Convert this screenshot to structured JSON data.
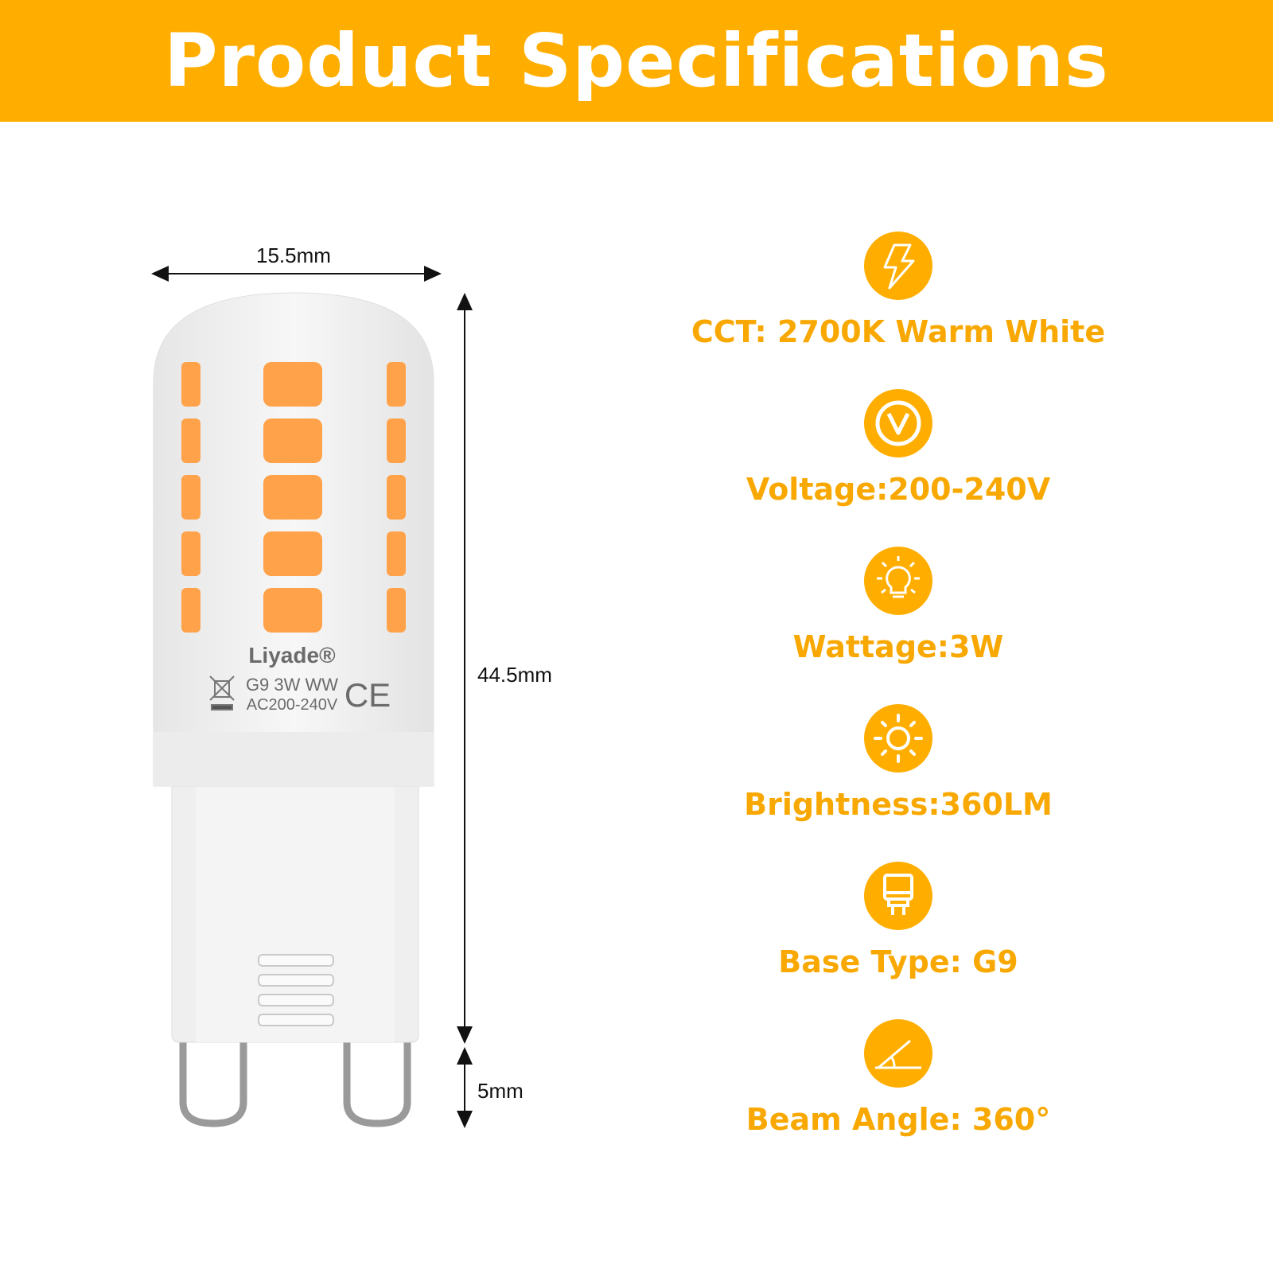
{
  "header": {
    "title": "Product Specifications"
  },
  "colors": {
    "accent": "#FFAE00",
    "text_accent": "#F8A800",
    "led": "#FFA24A"
  },
  "dimensions": {
    "width": "15.5mm",
    "height": "44.5mm",
    "pin_length": "5mm"
  },
  "bulb": {
    "brand": "Liyade®",
    "model": "G9 3W WW",
    "voltage": "AC200-240V",
    "mark": "CE"
  },
  "specs": [
    {
      "icon": "lightning-icon",
      "label": "CCT: 2700K Warm White"
    },
    {
      "icon": "voltage-icon",
      "label": "Voltage:200-240V"
    },
    {
      "icon": "bulb-icon",
      "label": "Wattage:3W"
    },
    {
      "icon": "sun-icon",
      "label": "Brightness:360LM"
    },
    {
      "icon": "base-icon",
      "label": "Base Type: G9"
    },
    {
      "icon": "angle-icon",
      "label": "Beam Angle: 360°"
    }
  ]
}
